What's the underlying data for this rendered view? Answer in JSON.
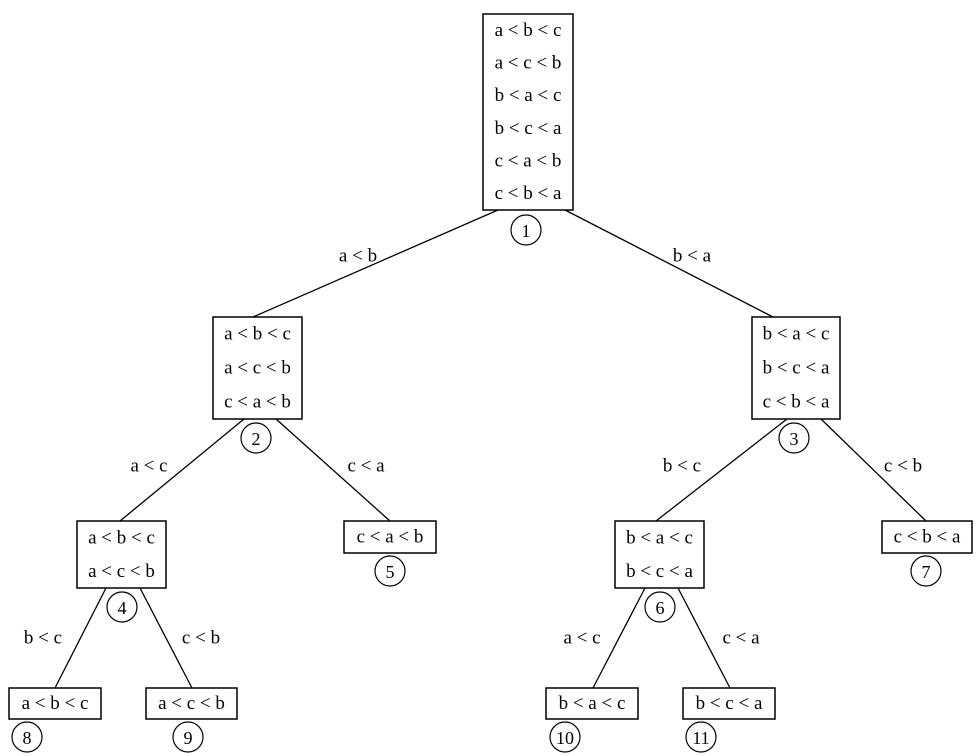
{
  "nodes": [
    {
      "id": 1,
      "number": "1",
      "orders": [
        "a < b < c",
        "a < c < b",
        "b < a < c",
        "b < c < a",
        "c < a < b",
        "c < b < a"
      ]
    },
    {
      "id": 2,
      "number": "2",
      "orders": [
        "a < b < c",
        "a < c < b",
        "c < a < b"
      ]
    },
    {
      "id": 3,
      "number": "3",
      "orders": [
        "b < a < c",
        "b < c < a",
        "c < b < a"
      ]
    },
    {
      "id": 4,
      "number": "4",
      "orders": [
        "a < b < c",
        "a < c < b"
      ]
    },
    {
      "id": 5,
      "number": "5",
      "orders": [
        "c < a < b"
      ]
    },
    {
      "id": 6,
      "number": "6",
      "orders": [
        "b < a < c",
        "b < c < a"
      ]
    },
    {
      "id": 7,
      "number": "7",
      "orders": [
        "c < b < a"
      ]
    },
    {
      "id": 8,
      "number": "8",
      "orders": [
        "a < b < c"
      ]
    },
    {
      "id": 9,
      "number": "9",
      "orders": [
        "a < c < b"
      ]
    },
    {
      "id": 10,
      "number": "10",
      "orders": [
        "b < a < c"
      ]
    },
    {
      "id": 11,
      "number": "11",
      "orders": [
        "b < c < a"
      ]
    }
  ],
  "edges": [
    {
      "from": 1,
      "to": 2,
      "label": "a < b"
    },
    {
      "from": 1,
      "to": 3,
      "label": "b < a"
    },
    {
      "from": 2,
      "to": 4,
      "label": "a < c"
    },
    {
      "from": 2,
      "to": 5,
      "label": "c < a"
    },
    {
      "from": 3,
      "to": 6,
      "label": "b < c"
    },
    {
      "from": 3,
      "to": 7,
      "label": "c < b"
    },
    {
      "from": 4,
      "to": 8,
      "label": "b < c"
    },
    {
      "from": 4,
      "to": 9,
      "label": "c < b"
    },
    {
      "from": 6,
      "to": 10,
      "label": "a < c"
    },
    {
      "from": 6,
      "to": 11,
      "label": "c < a"
    }
  ]
}
